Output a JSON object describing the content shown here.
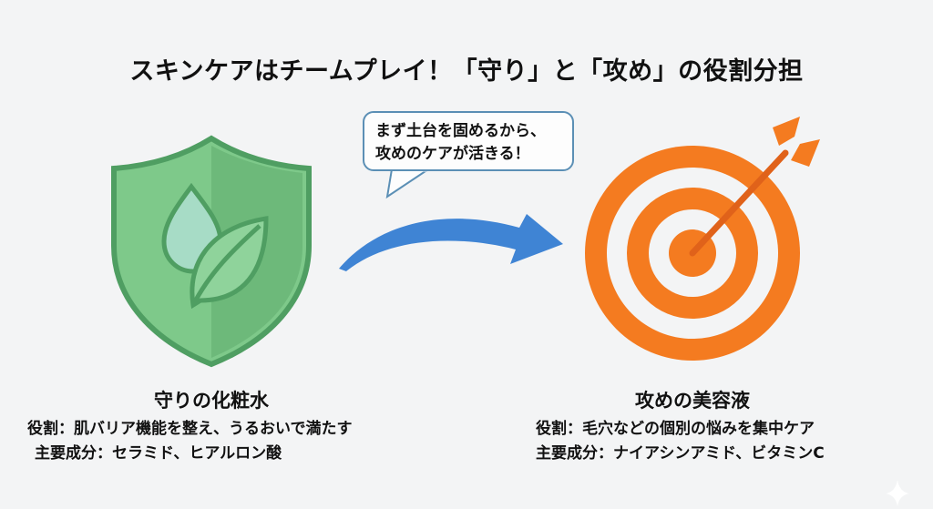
{
  "title": "スキンケアはチームプレイ！「守り」と「攻め」の役割分担",
  "bubble": {
    "line1": "まず土台を固めるから、",
    "line2": "攻めのケアが活きる！"
  },
  "left": {
    "heading": "守りの化粧水",
    "role": "役割：肌バリア機能を整え、うるおいで満たす",
    "ingredients": "主要成分：セラミド、ヒアルロン酸",
    "icon": "shield-leaf-icon",
    "color": "#6cbf7a"
  },
  "right": {
    "heading": "攻めの美容液",
    "role": "役割：毛穴などの個別の悩みを集中ケア",
    "ingredients": "主要成分：ナイアシンアミド、ビタミンC",
    "icon": "target-arrow-icon",
    "color": "#f47b20"
  },
  "arrow_color": "#3f84d4"
}
